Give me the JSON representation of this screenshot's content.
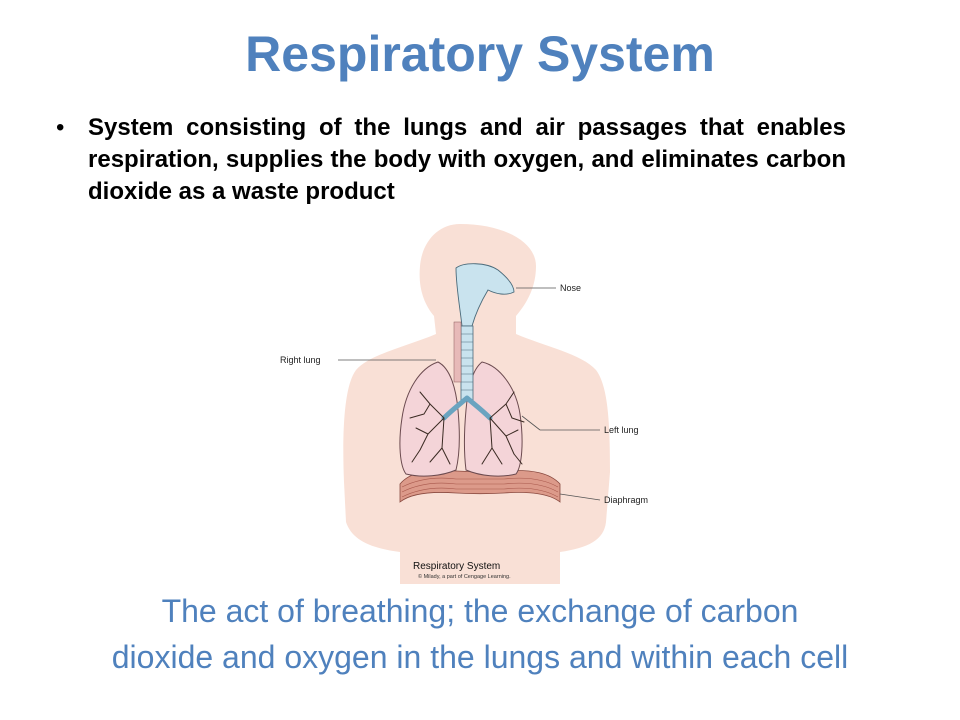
{
  "slide": {
    "title": "Respiratory System",
    "bullets": [
      {
        "text": "System consisting of the lungs and air passages that enables respiration, supplies the body with oxygen, and eliminates carbon dioxide as a waste product"
      }
    ],
    "figure": {
      "labels": {
        "nose": "Nose",
        "right_lung": "Right lung",
        "left_lung": "Left lung",
        "diaphragm": "Diaphragm"
      },
      "caption": "Respiratory System",
      "credit": "© Milady, a part of Cengage Learning."
    },
    "definition": {
      "line1": "The act of breathing; the exchange of carbon",
      "line2": "dioxide and oxygen in the lungs and within each cell"
    },
    "colors": {
      "accent": "#4f81bd",
      "body_silhouette": "#f9e0d6",
      "lung_fill": "#f4d4d8",
      "airway_fill": "#c9e3ee",
      "diaphragm_fill": "#dc9a8a"
    }
  }
}
